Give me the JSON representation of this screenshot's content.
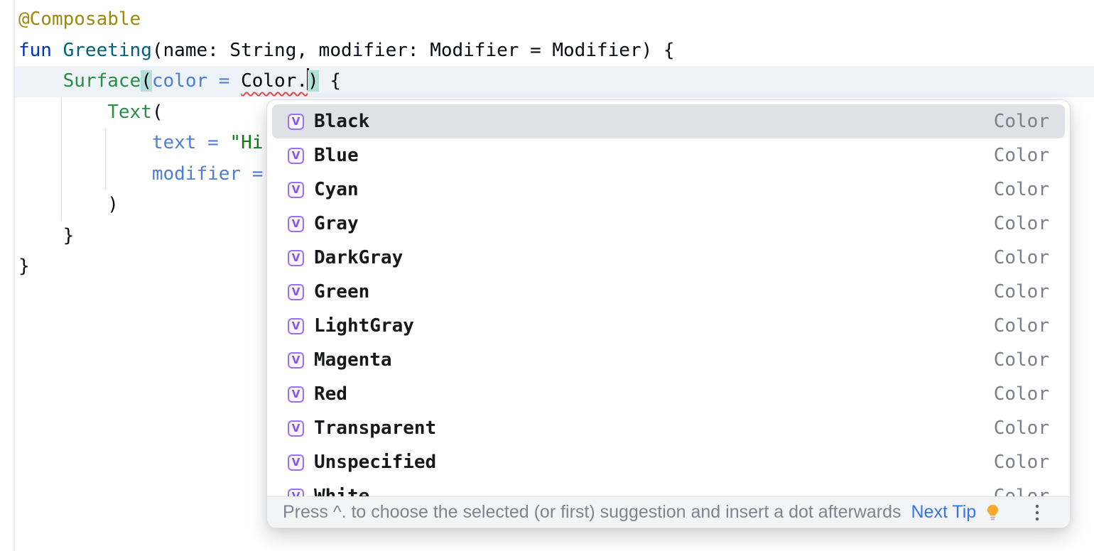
{
  "editor": {
    "lines": [
      {
        "current": false,
        "tokens": [
          [
            "ann",
            "@Composable"
          ]
        ]
      },
      {
        "current": false,
        "tokens": [
          [
            "kw",
            "fun"
          ],
          [
            "plain",
            " "
          ],
          [
            "decl",
            "Greeting"
          ],
          [
            "plain",
            "(name: String, modifier: Modifier = Modifier) {"
          ]
        ]
      },
      {
        "current": true,
        "tokens": [
          [
            "plain",
            "    "
          ],
          [
            "call",
            "Surface"
          ],
          [
            "hib",
            "("
          ],
          [
            "narg",
            "color = "
          ],
          [
            "err",
            "Color."
          ],
          [
            "caret",
            ""
          ],
          [
            "hib",
            ")"
          ],
          [
            "plain",
            " {"
          ]
        ]
      },
      {
        "current": false,
        "tokens": [
          [
            "plain",
            "        "
          ],
          [
            "call",
            "Text"
          ],
          [
            "plain",
            "("
          ]
        ]
      },
      {
        "current": false,
        "tokens": [
          [
            "plain",
            "            "
          ],
          [
            "narg",
            "text = "
          ],
          [
            "str",
            "\"Hi,"
          ]
        ]
      },
      {
        "current": false,
        "tokens": [
          [
            "plain",
            "            "
          ],
          [
            "narg",
            "modifier = "
          ]
        ]
      },
      {
        "current": false,
        "tokens": [
          [
            "plain",
            "        )"
          ]
        ]
      },
      {
        "current": false,
        "tokens": [
          [
            "plain",
            "    }"
          ]
        ]
      },
      {
        "current": false,
        "tokens": [
          [
            "plain",
            "}"
          ]
        ]
      }
    ]
  },
  "popup": {
    "selected_index": 0,
    "icon_letter": "V",
    "items": [
      {
        "label": "Black",
        "type": "Color"
      },
      {
        "label": "Blue",
        "type": "Color"
      },
      {
        "label": "Cyan",
        "type": "Color"
      },
      {
        "label": "Gray",
        "type": "Color"
      },
      {
        "label": "DarkGray",
        "type": "Color"
      },
      {
        "label": "Green",
        "type": "Color"
      },
      {
        "label": "LightGray",
        "type": "Color"
      },
      {
        "label": "Magenta",
        "type": "Color"
      },
      {
        "label": "Red",
        "type": "Color"
      },
      {
        "label": "Transparent",
        "type": "Color"
      },
      {
        "label": "Unspecified",
        "type": "Color"
      },
      {
        "label": "White",
        "type": "Color"
      }
    ],
    "footer": {
      "hint": "Press ^. to choose the selected (or first) suggestion and insert a dot afterwards",
      "link": "Next Tip"
    }
  },
  "colors": {
    "keyword": "#0033B3",
    "annotation": "#9E880D",
    "function_declaration": "#00627A",
    "composable_call": "#2B8C44",
    "named_argument": "#4D7DD8",
    "string": "#067D17",
    "error_squiggle": "#E5484D",
    "brace_match_background": "#B4DFD8",
    "current_line_background": "#EEF3FA",
    "selected_item_background": "#DFE1E6",
    "item_kind_icon_purple": "#9674F0",
    "link_blue": "#3574F0",
    "footer_background": "#F3F4F6",
    "type_label_gray": "#7B7F8C"
  }
}
